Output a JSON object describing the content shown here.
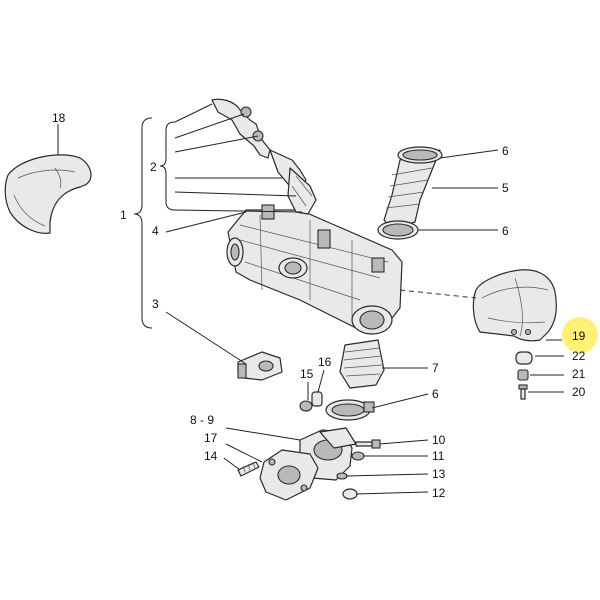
{
  "callouts": {
    "c1": "1",
    "c2": "2",
    "c3": "3",
    "c4": "4",
    "c5": "5",
    "c6a": "6",
    "c6b": "6",
    "c6c": "6",
    "c7": "7",
    "c89": "8 - 9",
    "c10": "10",
    "c11": "11",
    "c12": "12",
    "c13": "13",
    "c14": "14",
    "c15": "15",
    "c16": "16",
    "c17": "17",
    "c18": "18",
    "c19": "19",
    "c20": "20",
    "c21": "21",
    "c22": "22"
  },
  "highlight_color": "#fff176",
  "highlighted_callout": "19"
}
